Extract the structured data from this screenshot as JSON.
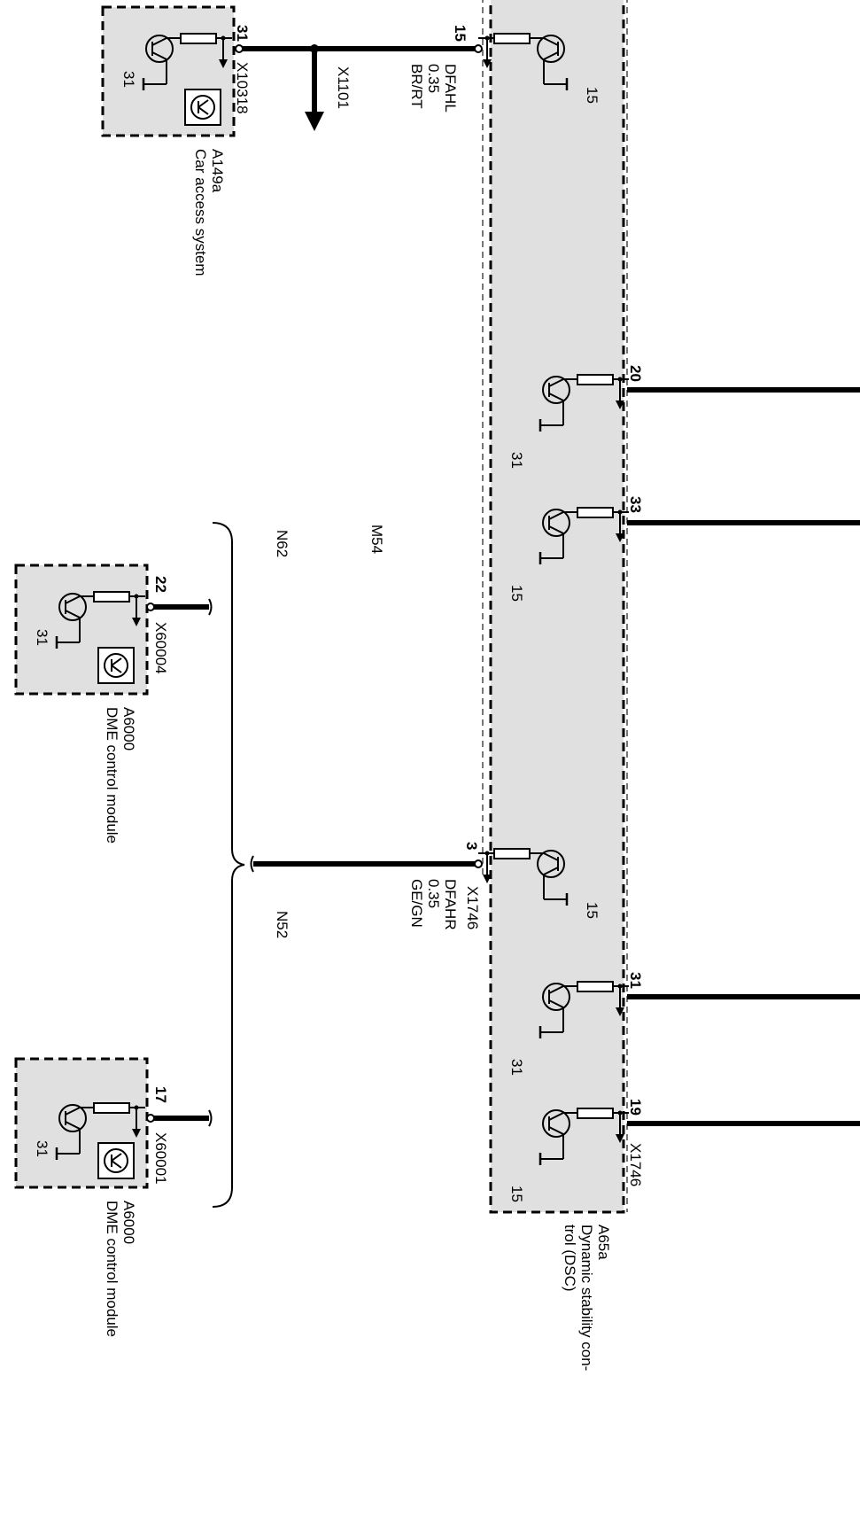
{
  "car_access": {
    "pin": "31",
    "connector": "X10318",
    "id": "A149a",
    "name": "Car access system",
    "ground": "31"
  },
  "branch": {
    "connector": "X1101"
  },
  "wire_left": {
    "signal": "DFAHL",
    "gauge": "0.35",
    "color": "BR/RT"
  },
  "wire_right": {
    "signal": "DFAHR",
    "gauge": "0.35",
    "color": "GE/GN"
  },
  "variants": {
    "n62_top": "N62",
    "m54": "M54",
    "n52": "N52"
  },
  "dme_1": {
    "pin": "22",
    "connector": "X60004",
    "id": "A6000",
    "name": "DME control module",
    "ground": "31"
  },
  "dme_2": {
    "pin": "17",
    "connector": "X60001",
    "id": "A6000",
    "name": "DME control module",
    "ground": "31"
  },
  "dsc": {
    "id": "A65a",
    "name_line1": "Dynamic stability con-",
    "name_line2": "trol (DSC)",
    "conn_3": "X1746",
    "conn_19": "X1746",
    "pins": {
      "p15": "15",
      "p20": "20",
      "p33": "33",
      "p3": "3",
      "p31": "31",
      "p19": "19"
    },
    "refs": {
      "r15a": "15",
      "r31b": "31",
      "r15c": "15",
      "r15d": "15",
      "r31e": "31",
      "r15f": "15"
    }
  }
}
